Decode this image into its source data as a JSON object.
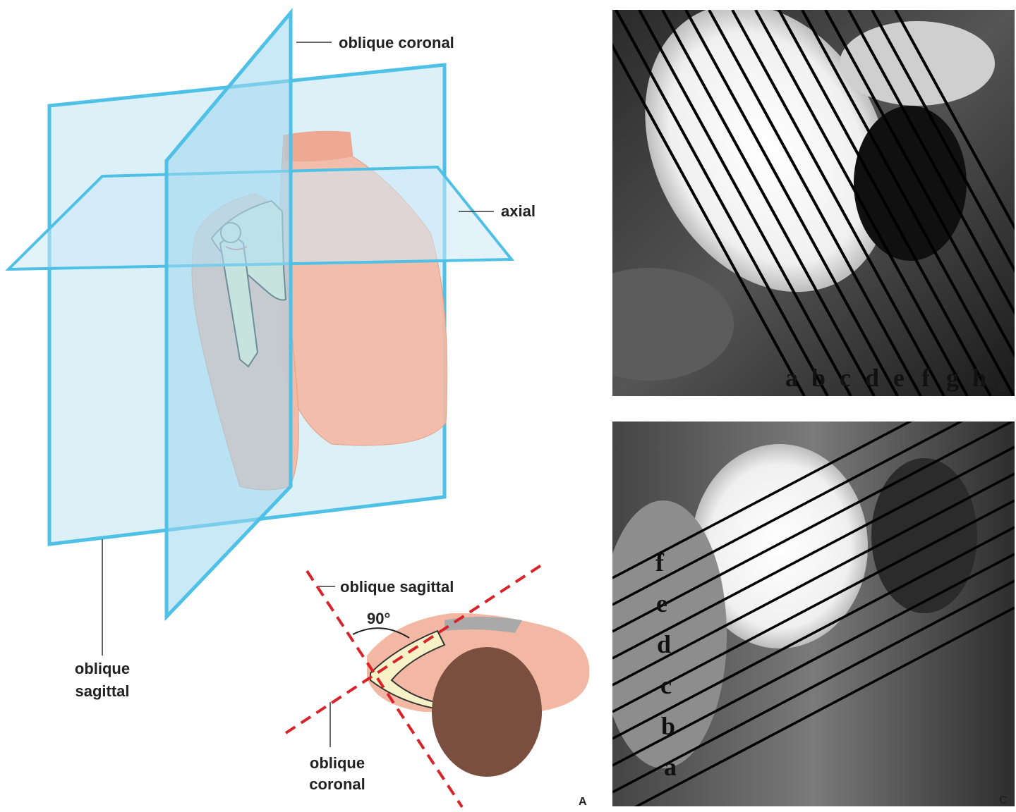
{
  "panel_a": {
    "letter": "A",
    "labels": {
      "oblique_coronal_top": "oblique coronal",
      "axial": "axial",
      "oblique_sagittal_left_line1": "oblique",
      "oblique_sagittal_left_line2": "sagittal",
      "oblique_sagittal_inset": "oblique sagittal",
      "angle": "90°",
      "oblique_coronal_inset_line1": "oblique",
      "oblique_coronal_inset_line2": "coronal"
    }
  },
  "panel_b": {
    "letter": "B",
    "slice_letters": [
      "a",
      "b",
      "c",
      "d",
      "e",
      "f",
      "g",
      "h"
    ]
  },
  "panel_c": {
    "letter": "C",
    "slice_letters": [
      "f",
      "e",
      "d",
      "c",
      "b",
      "a"
    ]
  },
  "colors": {
    "plane_fill": "#cdeaf5",
    "plane_edge": "#4fc0e6",
    "skin": "#f3b8a3",
    "bone": "#f7f1c8",
    "head": "#7a4f3f",
    "dashed_red": "#d9232a"
  }
}
